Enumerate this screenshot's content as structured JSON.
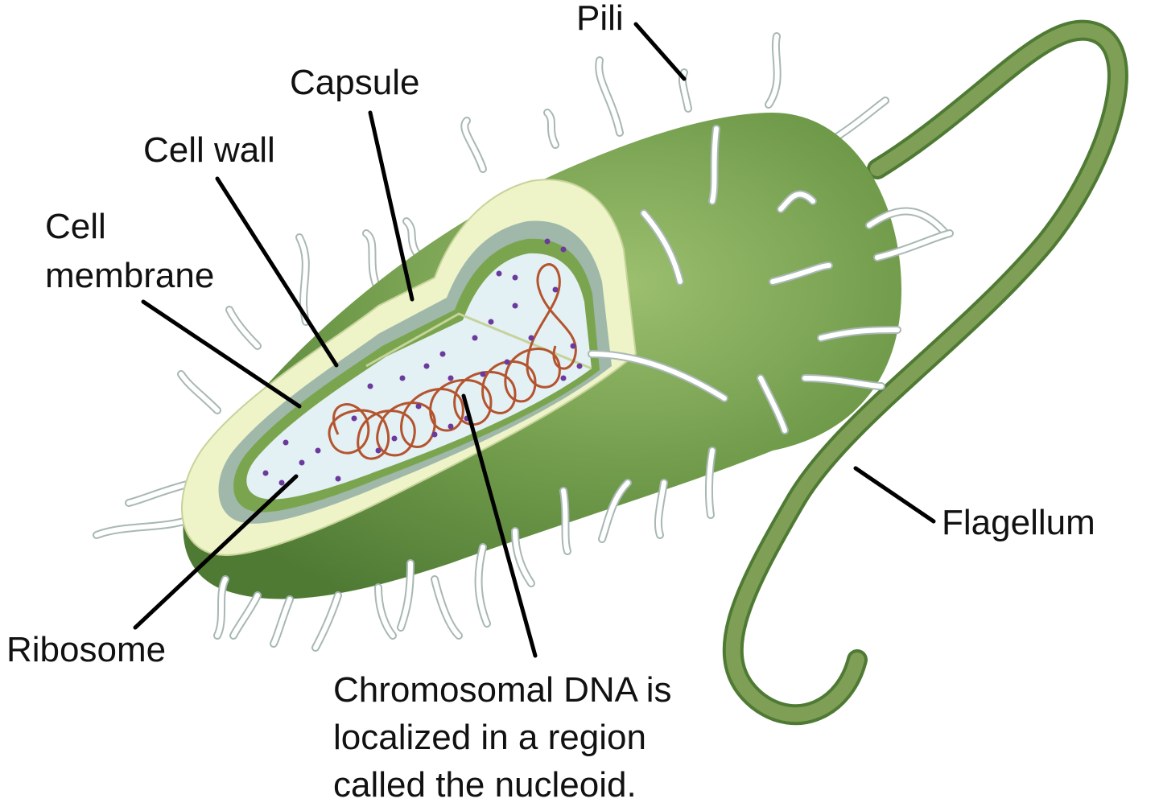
{
  "labels": {
    "pili": "Pili",
    "capsule": "Capsule",
    "cell_wall": "Cell wall",
    "cell_membrane_1": "Cell",
    "cell_membrane_2": "membrane",
    "ribosome": "Ribosome",
    "flagellum": "Flagellum",
    "nucleoid_1": "Chromosomal DNA is",
    "nucleoid_2": "localized in a region",
    "nucleoid_3": "called the nucleoid."
  },
  "colors": {
    "capsule_body": "#6f9a4a",
    "capsule_highlight": "#9bbf6e",
    "capsule_shadow": "#4f7a34",
    "capsule_cut_face": "#eef3c8",
    "cell_wall": "#9fb8aa",
    "cell_membrane": "#7aa54e",
    "cytoplasm": "#e3f0f4",
    "dna": "#b4542e",
    "ribosome": "#6b3a9c",
    "pili": "#ffffff",
    "pili_outline": "#a8b8b4",
    "flagellum": "#7e9f55"
  }
}
